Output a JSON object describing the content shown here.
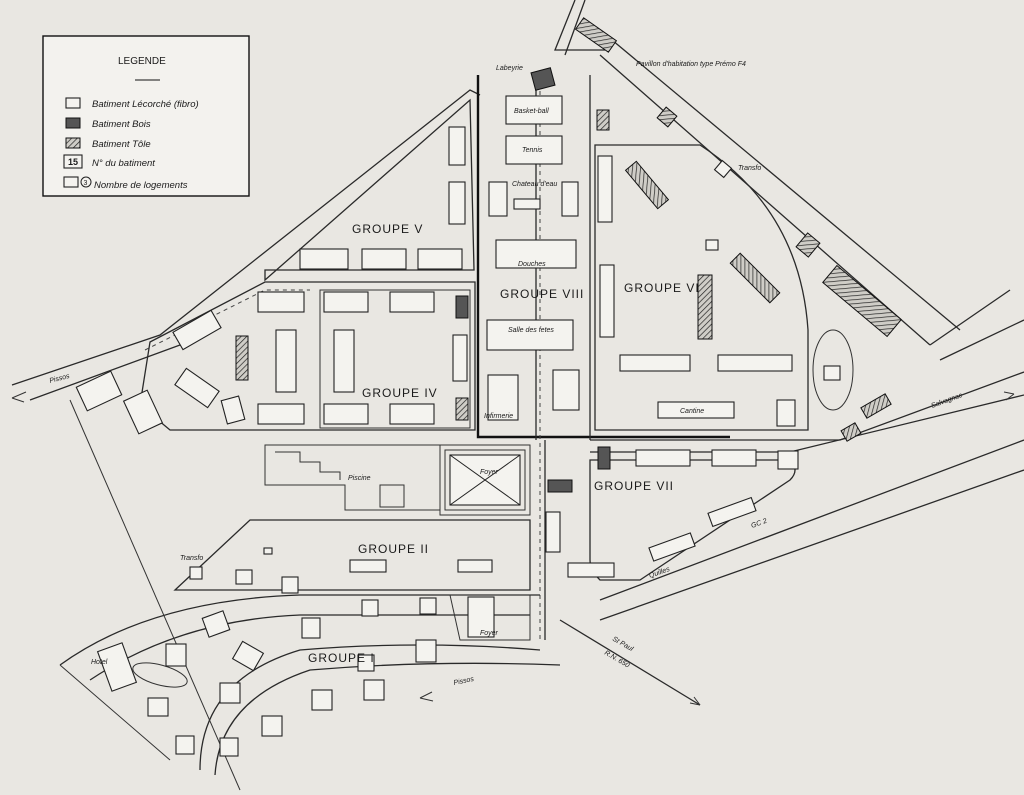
{
  "legend": {
    "title": "LEGENDE",
    "items": [
      {
        "key": "lecorche",
        "label": "Batiment Lécorché (fibro)"
      },
      {
        "key": "bois",
        "label": "Batiment Bois"
      },
      {
        "key": "tole",
        "label": "Batiment Tôle"
      },
      {
        "key": "numero",
        "symbol": "15",
        "label": "N° du batiment"
      },
      {
        "key": "logements",
        "symbol": "3",
        "label": "Nombre de logements"
      }
    ]
  },
  "header_note": "Pavillon d'habitation type Prémo F4",
  "groups": {
    "g1": "GROUPE I",
    "g2": "GROUPE II",
    "g4": "GROUPE IV",
    "g5": "GROUPE V",
    "g6": "GROUPE VI",
    "g7": "GROUPE VII",
    "g8": "GROUPE VIII"
  },
  "places": {
    "basket": "Basket-ball",
    "tennis": "Tennis",
    "chateau": "Chateau d'eau",
    "douches": "Douches",
    "salle": "Salle des fetes",
    "infirmerie": "Infirmerie",
    "cantine": "Cantine",
    "piscine": "Piscine",
    "foyer": "Foyer",
    "foyer_small": "Foyer",
    "hotel": "Hotel",
    "labeyrie": "Labeyrie",
    "transfo_ne": "Transfo",
    "transfo_w": "Transfo"
  },
  "roads": {
    "pissos_w": "Pissos",
    "pissos_s": "Pissos",
    "salvagnac": "Salvagnac",
    "quilles": "Quilles",
    "gc2": "GC 2",
    "st_paul": "St Paul",
    "rn": "R.N. 650"
  }
}
